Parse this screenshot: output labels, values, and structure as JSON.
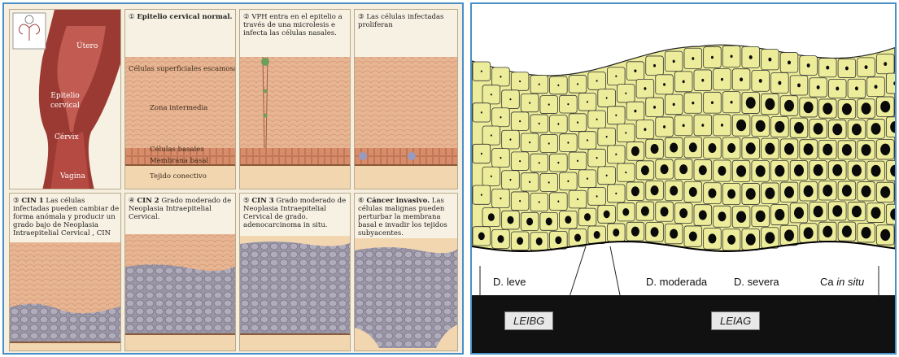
{
  "left": {
    "uterus": {
      "utero": "Útero",
      "epitelio": "Epitelio\ncervical",
      "cervix": "Cérvix",
      "vagina": "Vagina"
    },
    "panel1": {
      "num": "①",
      "title": "Epitelio cervical normal.",
      "superficiales": "Células superficiales escamosas",
      "intermedia": "Zona intermedia",
      "basales": "Células basales",
      "membrana": "Membrana basal",
      "tejido": "Tejido conectivo"
    },
    "panel2": {
      "num": "②",
      "text": "VPH entra en el epitelio a través de una microlesis e infecta las células nasales."
    },
    "panel3": {
      "num": "③",
      "text": "Las células infectadas proliferan"
    },
    "panel4": {
      "num": "③",
      "title": "CIN 1",
      "text": "Las células infectadas pueden cambiar de forma anómala y producir un grado bajo de Neoplasia Intraepitelial Cervical , CIN"
    },
    "panel5": {
      "num": "④",
      "title": "CIN 2",
      "text": "Grado moderado de Neoplasia Intraepitelial Cervical."
    },
    "panel6": {
      "num": "⑤",
      "title": "CIN 3",
      "text": "Grado moderado de Neoplasia Intraepitelial Cervical de grado. adenocarcinoma in situ."
    },
    "panel7": {
      "num": "⑥",
      "title": "Cáncer invasivo.",
      "text": "Las células malignas pueden perturbar la membrana basal e invadir los tejidos subyacentes."
    }
  },
  "right": {
    "d_leve": "D. leve",
    "d_moderada": "D. moderada",
    "d_severa": "D. severa",
    "ca": "Ca",
    "in_situ": "in situ",
    "leibg": "LEIBG",
    "leiag": "LEIAG"
  },
  "colors": {
    "frame": "#4a90c8",
    "cell_fill": "#ecec9a",
    "nucleus": "#0a0a0a",
    "uterus": "#9b3a33"
  }
}
